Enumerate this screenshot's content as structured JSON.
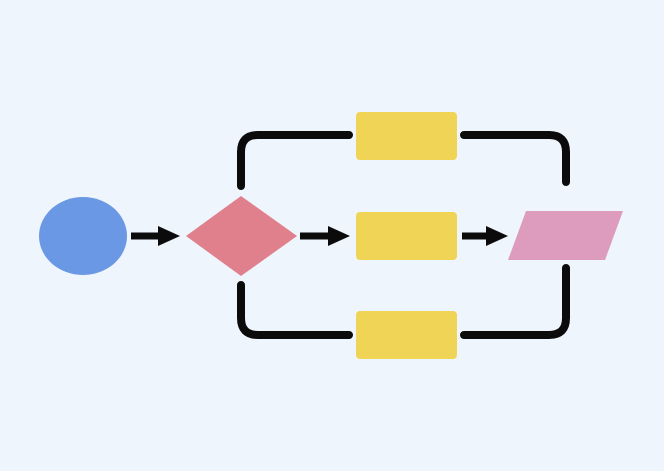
{
  "diagram": {
    "background_color": "#eef5fc",
    "line_color": "#0b0b0b",
    "nodes": [
      {
        "id": "start",
        "shape": "ellipse",
        "color": "#6a98e5",
        "label": ""
      },
      {
        "id": "decision",
        "shape": "diamond",
        "color": "#e0808c",
        "label": ""
      },
      {
        "id": "process-top",
        "shape": "rounded-rectangle",
        "color": "#f0d455",
        "label": ""
      },
      {
        "id": "process-middle",
        "shape": "rounded-rectangle",
        "color": "#f0d455",
        "label": ""
      },
      {
        "id": "process-bottom",
        "shape": "rounded-rectangle",
        "color": "#f0d455",
        "label": ""
      },
      {
        "id": "output",
        "shape": "parallelogram",
        "color": "#dd9cbd",
        "label": ""
      }
    ],
    "edges": [
      {
        "from": "start",
        "to": "decision",
        "style": "arrow"
      },
      {
        "from": "decision",
        "to": "process-middle",
        "style": "arrow"
      },
      {
        "from": "process-middle",
        "to": "output",
        "style": "arrow"
      },
      {
        "from": "decision",
        "to": "process-top",
        "style": "line"
      },
      {
        "from": "process-top",
        "to": "output",
        "style": "line"
      },
      {
        "from": "decision",
        "to": "process-bottom",
        "style": "line"
      },
      {
        "from": "process-bottom",
        "to": "output",
        "style": "line"
      }
    ]
  }
}
